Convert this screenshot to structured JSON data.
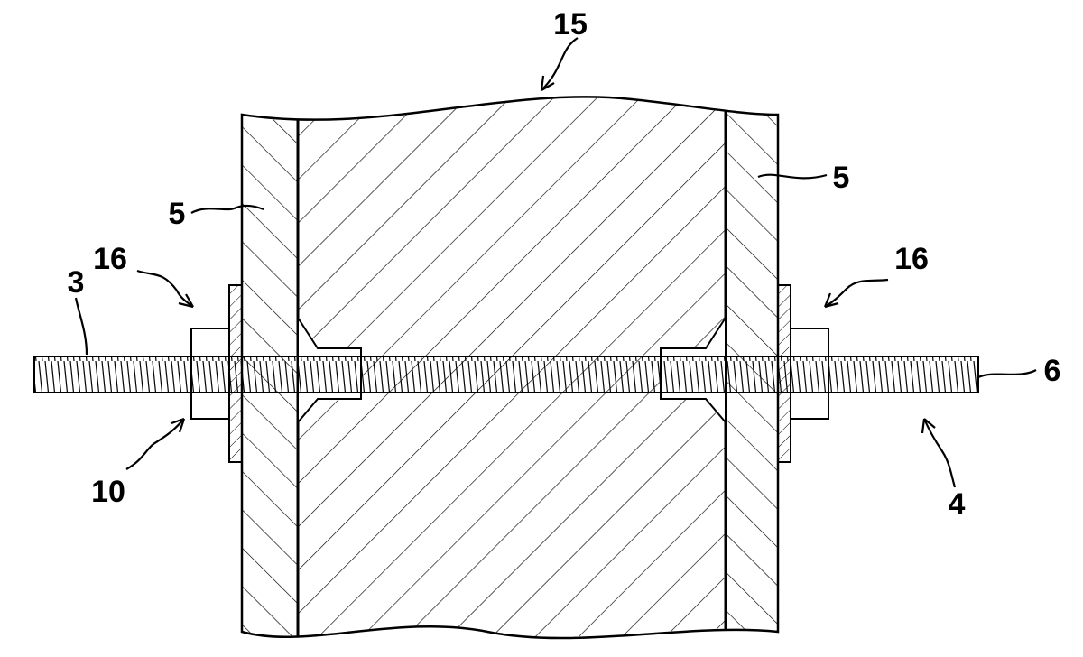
{
  "figure": {
    "labels": {
      "assembly": "15",
      "plate_left": "5",
      "plate_right": "5",
      "fastener_left": "16",
      "fastener_right": "16",
      "rod": "3",
      "rod_end": "6",
      "left_end": "10",
      "right_end": "4"
    },
    "colors": {
      "line": "#000000",
      "background": "#ffffff"
    }
  }
}
